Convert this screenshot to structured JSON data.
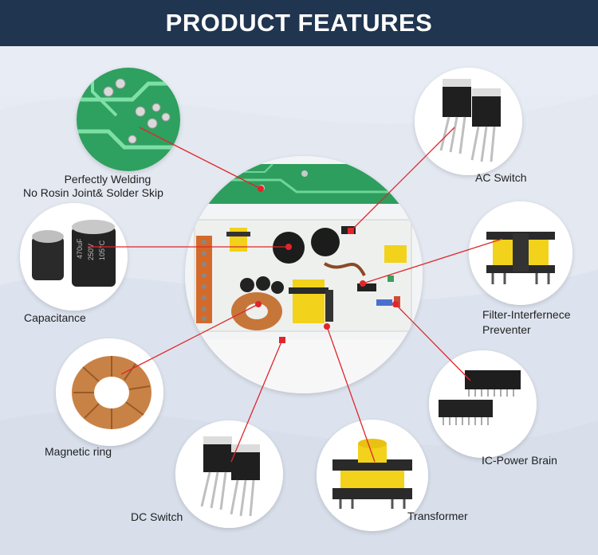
{
  "header": {
    "title": "PRODUCT FEATURES"
  },
  "features": {
    "welding": {
      "line1": "Perfectly Welding",
      "line2": "No Rosin Joint& Solder Skip"
    },
    "capacitance": {
      "label": "Capacitance"
    },
    "magnetic_ring": {
      "label": "Magnetic ring"
    },
    "dc_switch": {
      "label": "DC Switch"
    },
    "transformer": {
      "label": "Transformer"
    },
    "ic_power": {
      "label": "IC-Power Brain"
    },
    "filter": {
      "line1": "Filter-Interfernece",
      "line2": "Preventer"
    },
    "ac_switch": {
      "label": "AC Switch"
    }
  },
  "colors": {
    "header_bg": "#1f3550",
    "accent_red": "#e0262b",
    "pcb_green": "#2e9e5e",
    "copper": "#c7763a",
    "yellow": "#f2d21b"
  },
  "capacitor_markings": {
    "a": "470uF",
    "b": "250V",
    "c": "105°C"
  }
}
